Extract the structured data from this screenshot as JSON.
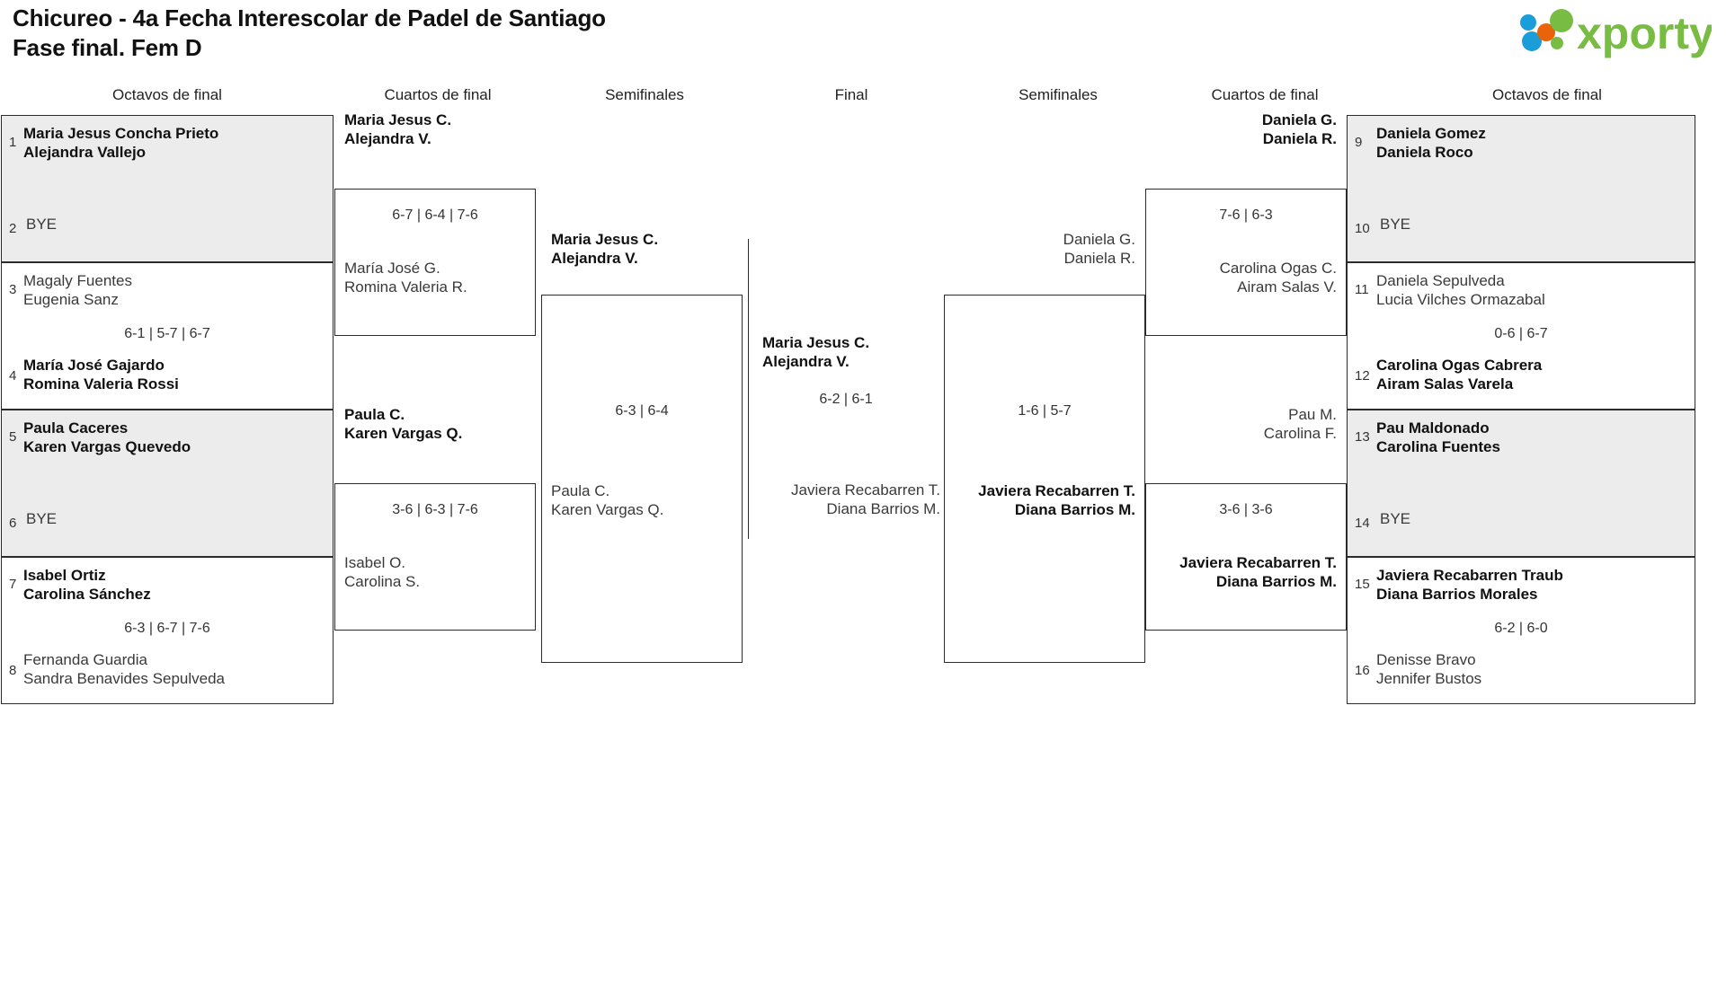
{
  "header": {
    "title_line1": "Chicureo - 4a Fecha Interescolar de Padel de Santiago",
    "title_line2": "Fase final. Fem D",
    "logo_text": "xporty",
    "logo_colors": {
      "green": "#79bc43",
      "orange": "#e8630a",
      "blue": "#1b9dd9"
    }
  },
  "round_headers": [
    {
      "label": "Octavos de final"
    },
    {
      "label": "Cuartos de final"
    },
    {
      "label": "Semifinales"
    },
    {
      "label": "Final"
    },
    {
      "label": "Semifinales"
    },
    {
      "label": "Cuartos de final"
    },
    {
      "label": "Octavos de final"
    }
  ],
  "left": {
    "r16": [
      {
        "shaded": true,
        "seed_top": "1",
        "top_l1": "Maria Jesus Concha Prieto",
        "top_l2": "Alejandra Vallejo",
        "top_win": true,
        "seed_bot": "2",
        "bot_l1": "BYE",
        "bot_l2": "",
        "bot_win": false,
        "score": ""
      },
      {
        "shaded": false,
        "seed_top": "3",
        "top_l1": "Magaly Fuentes",
        "top_l2": "Eugenia Sanz",
        "top_win": false,
        "seed_bot": "4",
        "bot_l1": "María José Gajardo",
        "bot_l2": "Romina Valeria Rossi",
        "bot_win": true,
        "score": "6-1 | 5-7 | 6-7"
      },
      {
        "shaded": true,
        "seed_top": "5",
        "top_l1": "Paula Caceres",
        "top_l2": "Karen Vargas Quevedo",
        "top_win": true,
        "seed_bot": "6",
        "bot_l1": "BYE",
        "bot_l2": "",
        "bot_win": false,
        "score": ""
      },
      {
        "shaded": false,
        "seed_top": "7",
        "top_l1": "Isabel Ortiz",
        "top_l2": "Carolina Sánchez",
        "top_win": true,
        "seed_bot": "8",
        "bot_l1": "Fernanda Guardia",
        "bot_l2": "Sandra Benavides Sepulveda",
        "bot_win": false,
        "score": "6-3 | 6-7 | 7-6"
      }
    ],
    "qf": [
      {
        "top_l1": "Maria Jesus C.",
        "top_l2": "Alejandra V.",
        "top_win": true,
        "bot_l1": "María José G.",
        "bot_l2": "Romina Valeria R.",
        "bot_win": false,
        "score": "6-7 | 6-4 | 7-6"
      },
      {
        "top_l1": "Paula C.",
        "top_l2": "Karen Vargas Q.",
        "top_win": true,
        "bot_l1": "Isabel O.",
        "bot_l2": "Carolina S.",
        "bot_win": false,
        "score": "3-6 | 6-3 | 7-6"
      }
    ],
    "sf": [
      {
        "top_l1": "Maria Jesus C.",
        "top_l2": "Alejandra V.",
        "top_win": true,
        "bot_l1": "Paula C.",
        "bot_l2": "Karen Vargas Q.",
        "bot_win": false,
        "score": "6-3 | 6-4"
      }
    ]
  },
  "final": {
    "top_l1": "Maria Jesus C.",
    "top_l2": "Alejandra V.",
    "top_win": true,
    "bot_l1": "Javiera Recabarren T.",
    "bot_l2": "Diana Barrios M.",
    "bot_win": false,
    "score": "6-2 | 6-1"
  },
  "right": {
    "sf": [
      {
        "top_l1": "Daniela G.",
        "top_l2": "Daniela R.",
        "top_win": false,
        "bot_l1": "Javiera Recabarren T.",
        "bot_l2": "Diana Barrios M.",
        "bot_win": true,
        "score": "1-6 | 5-7"
      }
    ],
    "qf": [
      {
        "top_l1": "Daniela G.",
        "top_l2": "Daniela R.",
        "top_win": true,
        "bot_l1": "Carolina Ogas C.",
        "bot_l2": "Airam Salas V.",
        "bot_win": false,
        "score": "7-6 | 6-3"
      },
      {
        "top_l1": "Pau M.",
        "top_l2": "Carolina F.",
        "top_win": false,
        "bot_l1": "Javiera Recabarren T.",
        "bot_l2": "Diana Barrios M.",
        "bot_win": true,
        "score": "3-6 | 3-6"
      }
    ],
    "r16": [
      {
        "shaded": true,
        "seed_top": "9",
        "top_l1": "Daniela Gomez",
        "top_l2": "Daniela Roco",
        "top_win": true,
        "seed_bot": "10",
        "bot_l1": "BYE",
        "bot_l2": "",
        "bot_win": false,
        "score": ""
      },
      {
        "shaded": false,
        "seed_top": "11",
        "top_l1": "Daniela Sepulveda",
        "top_l2": "Lucia Vilches Ormazabal",
        "top_win": false,
        "seed_bot": "12",
        "bot_l1": "Carolina Ogas Cabrera",
        "bot_l2": "Airam Salas Varela",
        "bot_win": true,
        "score": "0-6 | 6-7"
      },
      {
        "shaded": true,
        "seed_top": "13",
        "top_l1": "Pau Maldonado",
        "top_l2": "Carolina Fuentes",
        "top_win": true,
        "seed_bot": "14",
        "bot_l1": "BYE",
        "bot_l2": "",
        "bot_win": false,
        "score": ""
      },
      {
        "shaded": false,
        "seed_top": "15",
        "top_l1": "Javiera Recabarren Traub",
        "top_l2": "Diana Barrios Morales",
        "top_win": true,
        "seed_bot": "16",
        "bot_l1": "Denisse Bravo",
        "bot_l2": "Jennifer Bustos",
        "bot_win": false,
        "score": "6-2 | 6-0"
      }
    ]
  }
}
